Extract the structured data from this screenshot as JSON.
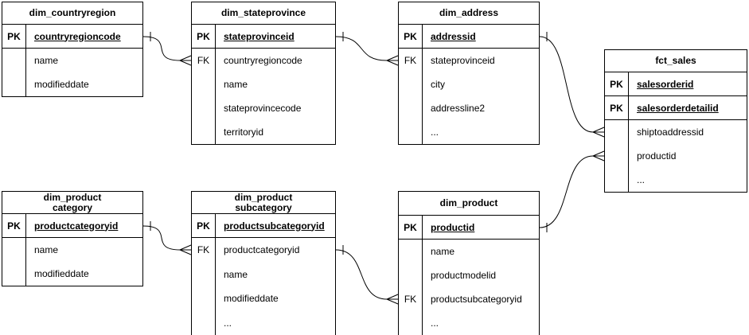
{
  "diagram_type": "entity-relationship",
  "colors": {
    "background": "#ffffff",
    "stroke": "#000000",
    "text": "#000000"
  },
  "tables": [
    {
      "title": "dim_countryregion",
      "rows": [
        {
          "key": "PK",
          "field": "countryregioncode"
        },
        {
          "key": "",
          "field": "name"
        },
        {
          "key": "",
          "field": "modifieddate"
        }
      ]
    },
    {
      "title": "dim_stateprovince",
      "rows": [
        {
          "key": "PK",
          "field": "stateprovinceid"
        },
        {
          "key": "FK",
          "field": "countryregioncode"
        },
        {
          "key": "",
          "field": "name"
        },
        {
          "key": "",
          "field": "stateprovincecode"
        },
        {
          "key": "",
          "field": "territoryid"
        }
      ]
    },
    {
      "title": "dim_address",
      "rows": [
        {
          "key": "PK",
          "field": "addressid"
        },
        {
          "key": "FK",
          "field": "stateprovinceid"
        },
        {
          "key": "",
          "field": "city"
        },
        {
          "key": "",
          "field": "addressline2"
        },
        {
          "key": "",
          "field": "..."
        }
      ]
    },
    {
      "title": "fct_sales",
      "rows": [
        {
          "key": "PK",
          "field": "salesorderid"
        },
        {
          "key": "PK",
          "field": "salesorderdetailid"
        },
        {
          "key": "",
          "field": "shiptoaddressid"
        },
        {
          "key": "",
          "field": "productid"
        },
        {
          "key": "",
          "field": "..."
        }
      ]
    },
    {
      "title": "dim_product\ncategory",
      "rows": [
        {
          "key": "PK",
          "field": "productcategoryid"
        },
        {
          "key": "",
          "field": "name"
        },
        {
          "key": "",
          "field": "modifieddate"
        }
      ]
    },
    {
      "title": "dim_product\nsubcategory",
      "rows": [
        {
          "key": "PK",
          "field": "productsubcategoryid"
        },
        {
          "key": "FK",
          "field": "productcategoryid"
        },
        {
          "key": "",
          "field": "name"
        },
        {
          "key": "",
          "field": "modifieddate"
        },
        {
          "key": "",
          "field": "..."
        }
      ]
    },
    {
      "title": "dim_product",
      "rows": [
        {
          "key": "PK",
          "field": "productid"
        },
        {
          "key": "",
          "field": "name"
        },
        {
          "key": "",
          "field": "productmodelid"
        },
        {
          "key": "FK",
          "field": "productsubcategoryid"
        },
        {
          "key": "",
          "field": "..."
        }
      ]
    }
  ],
  "relationships": [
    {
      "from_table": "dim_countryregion",
      "from_field": "countryregioncode",
      "to_table": "dim_stateprovince",
      "to_field": "countryregioncode",
      "from_cardinality": "one",
      "to_cardinality": "many"
    },
    {
      "from_table": "dim_stateprovince",
      "from_field": "stateprovinceid",
      "to_table": "dim_address",
      "to_field": "stateprovinceid",
      "from_cardinality": "one",
      "to_cardinality": "many"
    },
    {
      "from_table": "dim_address",
      "from_field": "addressid",
      "to_table": "fct_sales",
      "to_field": "shiptoaddressid",
      "from_cardinality": "one",
      "to_cardinality": "many"
    },
    {
      "from_table": "dim_product",
      "from_field": "productid",
      "to_table": "fct_sales",
      "to_field": "productid",
      "from_cardinality": "one",
      "to_cardinality": "many"
    },
    {
      "from_table": "dim_product category",
      "from_field": "productcategoryid",
      "to_table": "dim_product subcategory",
      "to_field": "productcategoryid",
      "from_cardinality": "one",
      "to_cardinality": "many"
    },
    {
      "from_table": "dim_product subcategory",
      "from_field": "productsubcategoryid",
      "to_table": "dim_product",
      "to_field": "productsubcategoryid",
      "from_cardinality": "one",
      "to_cardinality": "many"
    }
  ]
}
